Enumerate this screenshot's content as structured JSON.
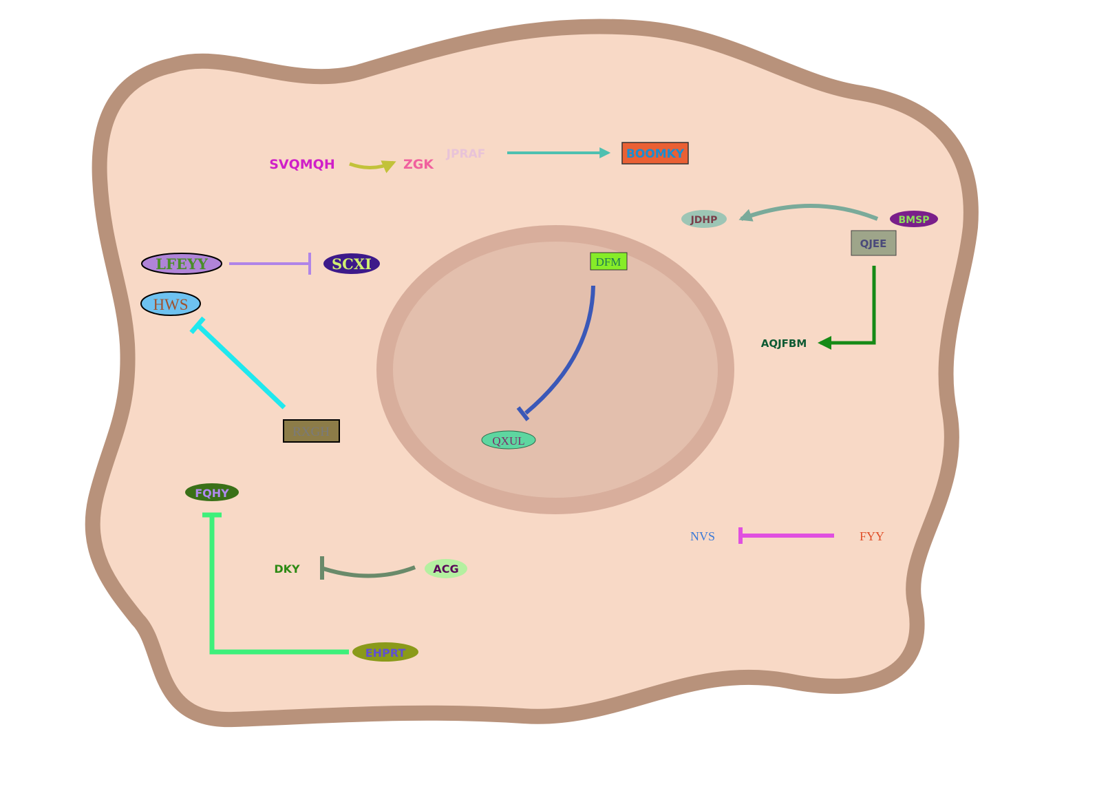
{
  "diagram": {
    "type": "cell-signaling-pathway",
    "colors": {
      "cell_fill": "#f8d9c6",
      "cell_border": "#b8927b",
      "nucleus_fill": "#e3bfad",
      "nucleus_border": "#d8ae9c"
    },
    "nodes": {
      "svqmqh": {
        "label": "SVQMQH",
        "color": "#d01fc8"
      },
      "zgk": {
        "label": "ZGK",
        "color": "#f0609e"
      },
      "jpraf": {
        "label": "JPRAF",
        "color": "#e8c3d8"
      },
      "boomky": {
        "label": "BOOMKY",
        "color": "#1b8dd0",
        "fill": "#ea6034"
      },
      "jdhp": {
        "label": "JDHP",
        "color": "#7a3e4a",
        "fill": "#9dc5b5"
      },
      "bmsp": {
        "label": "BMSP",
        "color": "#8ce05a",
        "fill": "#7a1f8a"
      },
      "qjee": {
        "label": "QJEE",
        "color": "#4a4a7a",
        "fill": "#9ea58a"
      },
      "aqjfbm": {
        "label": "AQJFBM",
        "color": "#0d5a33"
      },
      "lfeyy": {
        "label": "LFEYY",
        "color": "#4a8e28",
        "fill": "#b084d8"
      },
      "scxi": {
        "label": "SCXI",
        "color": "#d0f070",
        "fill": "#3d1a8a"
      },
      "hws": {
        "label": "HWS",
        "color": "#a0522d",
        "fill": "#6ec2f0"
      },
      "dfm": {
        "label": "DFM",
        "color": "#1e7a50",
        "fill": "#86ec28"
      },
      "rxgh": {
        "label": "RXGH",
        "color": "#7a7a7a",
        "fill": "#8c7c48"
      },
      "qxul": {
        "label": "QXUL",
        "color": "#7a2f6a",
        "fill": "#5ed6a0"
      },
      "fqhy": {
        "label": "FQHY",
        "color": "#b08af0",
        "fill": "#3a7018"
      },
      "dky": {
        "label": "DKY",
        "color": "#2d8a14"
      },
      "acg": {
        "label": "ACG",
        "color": "#5a0a5a",
        "fill": "#b4f0a0"
      },
      "nvs": {
        "label": "NVS",
        "color": "#3a7ad8"
      },
      "fyy": {
        "label": "FYY",
        "color": "#e0502a"
      },
      "ehprt": {
        "label": "EHPRT",
        "color": "#6050d0",
        "fill": "#8a9a1a"
      }
    },
    "edges": [
      {
        "from": "SVQMQH",
        "to": "ZGK",
        "type": "activation",
        "color": "#c2c23a"
      },
      {
        "from": "JPRAF",
        "to": "BOOMKY",
        "type": "activation",
        "color": "#4ec0b0"
      },
      {
        "from": "BMSP",
        "to": "JDHP",
        "type": "activation",
        "color": "#7aaa9a"
      },
      {
        "from": "QJEE",
        "to": "AQJFBM",
        "type": "activation",
        "color": "#168a16"
      },
      {
        "from": "LFEYY",
        "to": "SCXI",
        "type": "inhibition",
        "color": "#b084e8"
      },
      {
        "from": "RXGH",
        "to": "HWS",
        "type": "inhibition",
        "color": "#20e8ee"
      },
      {
        "from": "DFM",
        "to": "QXUL",
        "type": "inhibition",
        "color": "#3a58b8"
      },
      {
        "from": "ACG",
        "to": "DKY",
        "type": "inhibition",
        "color": "#6a8a6a"
      },
      {
        "from": "FYY",
        "to": "NVS",
        "type": "inhibition",
        "color": "#e050e0"
      },
      {
        "from": "EHPRT",
        "to": "FQHY",
        "type": "inhibition",
        "color": "#3ef07a"
      }
    ]
  }
}
